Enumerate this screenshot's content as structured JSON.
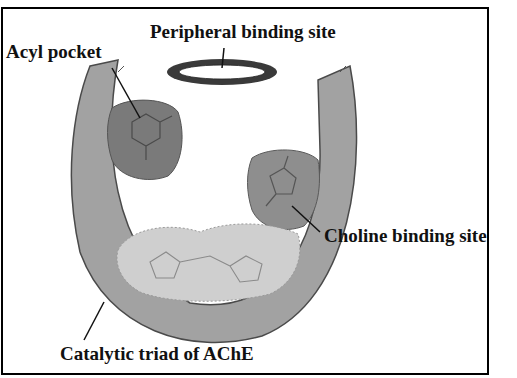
{
  "diagram": {
    "labels": [
      "Peripheral binding site",
      "Acyl pocket",
      "Choline binding site",
      "Catalytic triad of AChE"
    ]
  }
}
